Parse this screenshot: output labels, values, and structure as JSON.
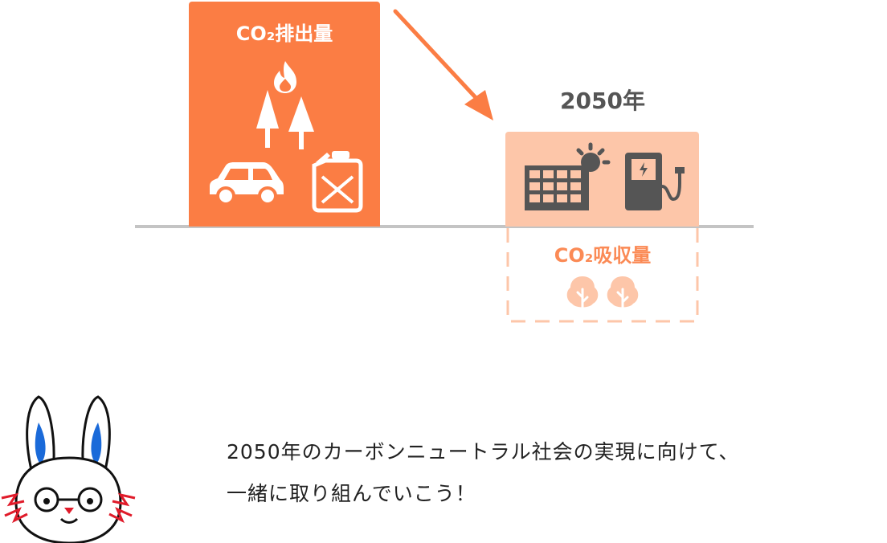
{
  "diagram": {
    "emission": {
      "title": "CO₂排出量",
      "icons": [
        "fire-icon",
        "tree-icon",
        "car-icon",
        "fuel-can-icon"
      ],
      "color": "#fb7d44"
    },
    "future": {
      "year": "2050年",
      "icons": [
        "solar-panel-icon",
        "ev-charger-icon"
      ],
      "color": "#fdc6a9"
    },
    "absorption": {
      "title": "CO₂吸収量",
      "icons": [
        "tree-icon",
        "tree-icon"
      ],
      "color": "#fb8a55"
    },
    "arrow_color": "#fb7d44",
    "ground_color": "#c4c4c4"
  },
  "message": {
    "line1": "2050年のカーボンニュートラル社会の実現に向けて、",
    "line2": "一緒に取り組んでいこう！"
  },
  "mascot": {
    "icon": "rabbit-mascot-icon"
  }
}
